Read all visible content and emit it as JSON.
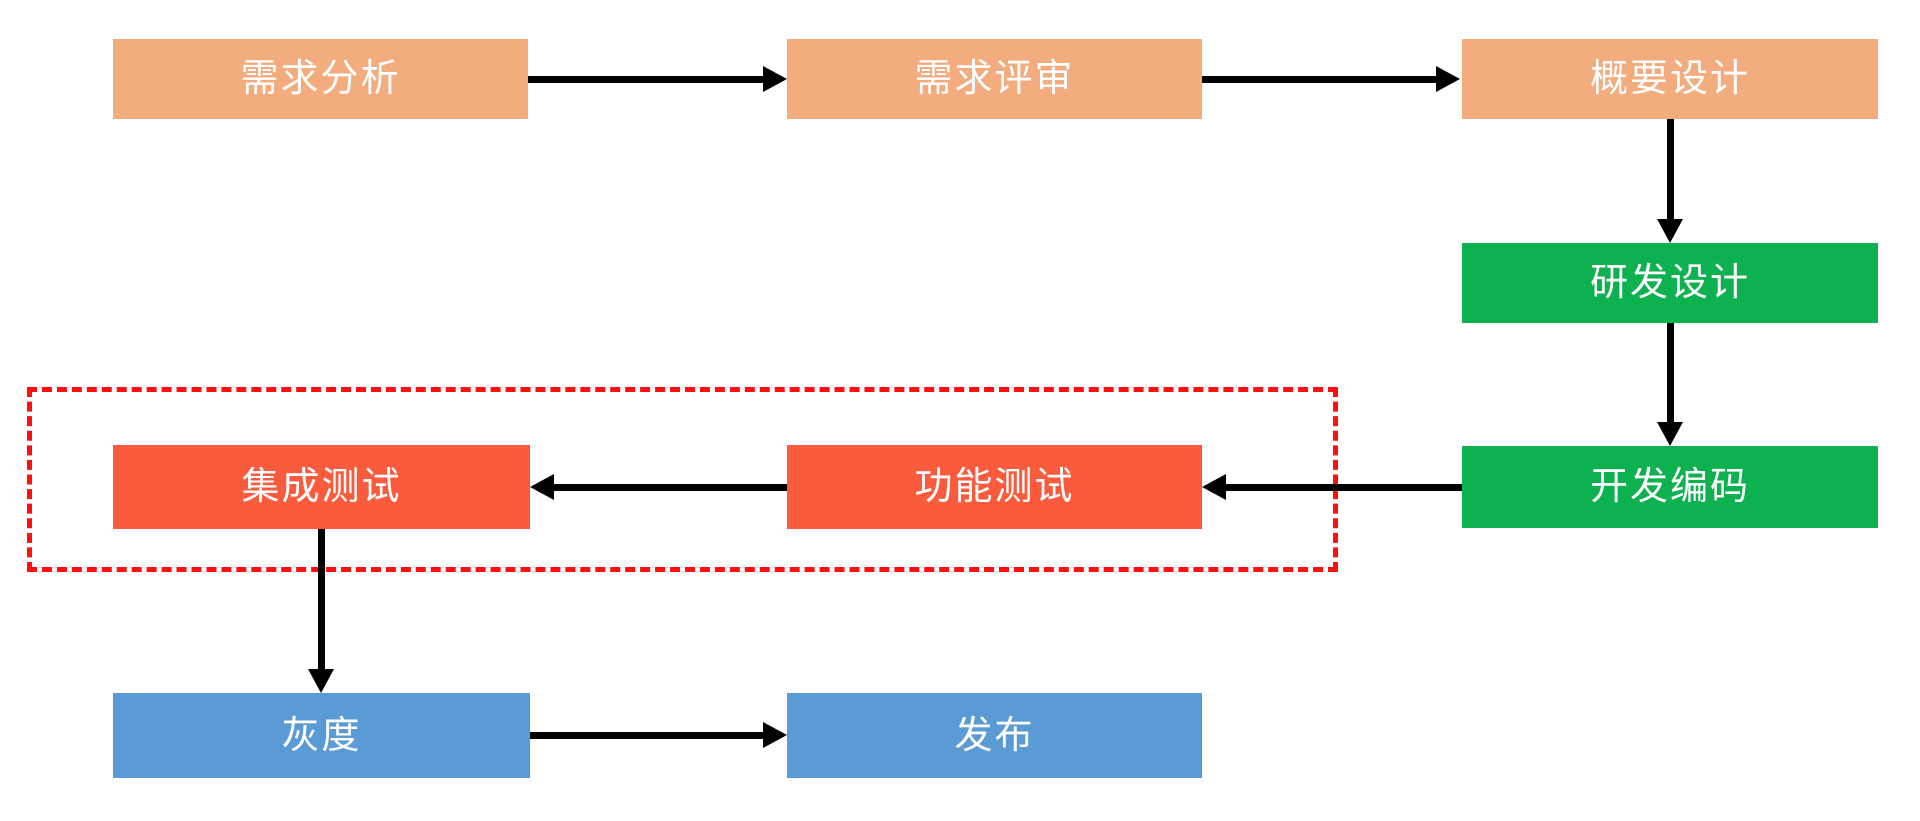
{
  "diagram": {
    "type": "flowchart",
    "background": "#FFFFFF",
    "colors": {
      "orange": "#F2AC7D",
      "green": "#0DB14F",
      "red": "#FA5B3D",
      "blue": "#5B9BD5",
      "group_border": "#FF0F0F",
      "arrow": "#000000",
      "node_text": "#FFFFFF"
    },
    "nodes": [
      {
        "id": "requirements-analysis",
        "label": "需求分析",
        "color": "#F2AC7D"
      },
      {
        "id": "requirements-review",
        "label": "需求评审",
        "color": "#F2AC7D"
      },
      {
        "id": "outline-design",
        "label": "概要设计",
        "color": "#F2AC7D"
      },
      {
        "id": "rd-design",
        "label": "研发设计",
        "color": "#0DB14F"
      },
      {
        "id": "development-coding",
        "label": "开发编码",
        "color": "#0DB14F"
      },
      {
        "id": "functional-testing",
        "label": "功能测试",
        "color": "#FA5B3D"
      },
      {
        "id": "integration-testing",
        "label": "集成测试",
        "color": "#FA5B3D"
      },
      {
        "id": "gray-release",
        "label": "灰度",
        "color": "#5B9BD5"
      },
      {
        "id": "release",
        "label": "发布",
        "color": "#5B9BD5"
      }
    ],
    "group": {
      "style": "red-dashed-rectangle",
      "border_color": "#FF0F0F",
      "contains": [
        "集成测试",
        "功能测试"
      ]
    },
    "edges": [
      {
        "from": "需求分析",
        "to": "需求评审",
        "direction": "right"
      },
      {
        "from": "需求评审",
        "to": "概要设计",
        "direction": "right"
      },
      {
        "from": "概要设计",
        "to": "研发设计",
        "direction": "down"
      },
      {
        "from": "研发设计",
        "to": "开发编码",
        "direction": "down"
      },
      {
        "from": "开发编码",
        "to": "功能测试",
        "direction": "left"
      },
      {
        "from": "功能测试",
        "to": "集成测试",
        "direction": "left"
      },
      {
        "from": "集成测试",
        "to": "灰度",
        "direction": "down"
      },
      {
        "from": "灰度",
        "to": "发布",
        "direction": "right"
      }
    ]
  }
}
